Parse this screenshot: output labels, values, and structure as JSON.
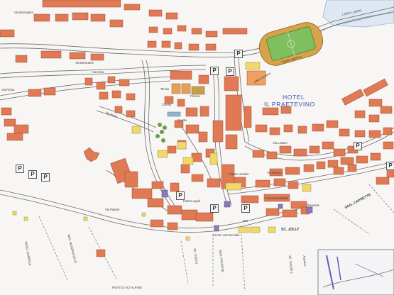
{
  "map": {
    "hotel_annotation": {
      "line1": "HOTEL",
      "line2": "IL PRAETEVINO"
    },
    "parking_symbol": "P",
    "labels": {
      "via_monastero": "Via Monastero",
      "lago_lungo": "LAGO LUNGO",
      "campo_sportivo": "Campo sportivo",
      "via_belvedere": "Via Belvedere",
      "via_roma": "Via Roma",
      "via_gera": "Via Gera",
      "via_pizza": "Via Pizza",
      "via_lustaio": "Via Lustaio",
      "tennis": "Tennis",
      "piscina": "Piscina",
      "scuola": "Scuola",
      "chiesa": "Chiesa",
      "ufficio_turistico": "Ufficio turistico",
      "piazza_centrale": "Piazza centrale",
      "piazza_agudi": "Piazza Agudi",
      "bus": "Bus",
      "piazza_kandahar": "Piazza Kandahar",
      "via_ritorno": "Via Ritorno",
      "via_pasetti": "Via Pasetti",
      "ospedale": "Ospedale",
      "centro_commerciale": "Centro commerciale",
      "sci_jolly": "SC. JOLLY",
      "sgg_caprette": "SGG. CAPRETTE",
      "seggiovia_olimpica": "SEGG. OLIMPICA",
      "piste_sci_alpino": "PISTE DI SCI ALPINO",
      "sci_ovest": "SC. OVEST",
      "sc_sauze": "SC. SAUZE 2",
      "seg_fraiteve": "SEG. FRAITEVE",
      "autobus": "Autobus",
      "seg_monfraitevo": "SEG. MONFRAITEVO"
    }
  }
}
